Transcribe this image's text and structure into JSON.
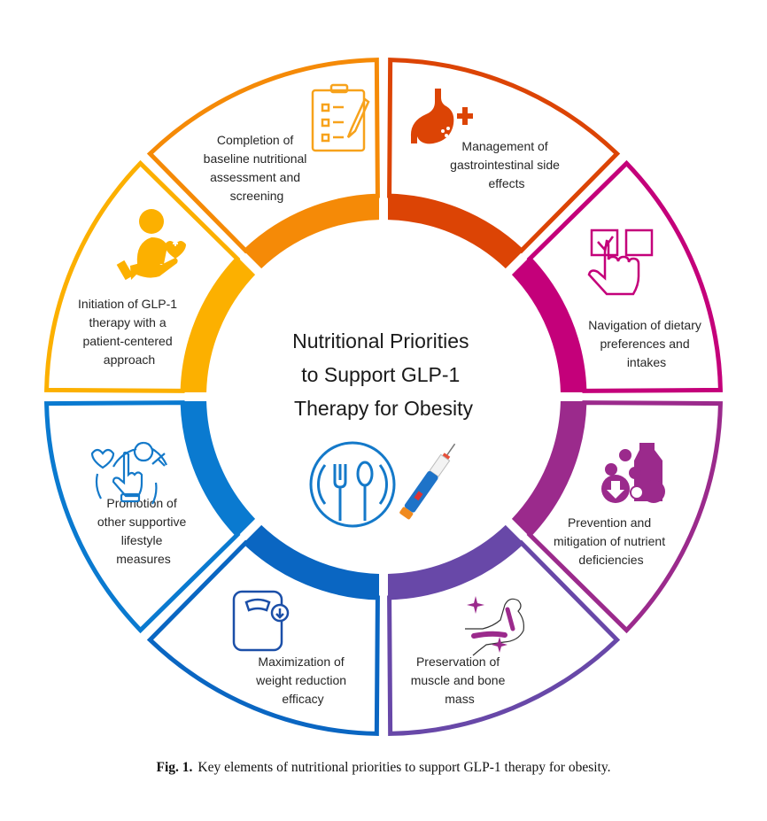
{
  "title_lines": [
    "Nutritional Priorities",
    "to Support GLP-1",
    "Therapy for Obesity"
  ],
  "segments": [
    {
      "id": "gi",
      "color": "#DC4405",
      "icon": "stomach-plus-icon",
      "lines": [
        "Management of",
        "gastrointestinal side",
        "effects"
      ]
    },
    {
      "id": "navigation",
      "color": "#C4007A",
      "icon": "hand-checkbox-icon",
      "lines": [
        "Navigation of dietary",
        "preferences and",
        "intakes"
      ]
    },
    {
      "id": "prevention",
      "color": "#9B2A8C",
      "icon": "vitamins-milk-icon",
      "lines": [
        "Prevention and",
        "mitigation of nutrient",
        "deficiencies"
      ]
    },
    {
      "id": "preservation",
      "color": "#6848A8",
      "icon": "flexed-arm-icon",
      "lines": [
        "Preservation of",
        "muscle and bone",
        "mass"
      ]
    },
    {
      "id": "maximization",
      "color": "#0A66C2",
      "icon": "scale-icon",
      "lines": [
        "Maximization of",
        "weight reduction",
        "efficacy"
      ]
    },
    {
      "id": "promotion",
      "color": "#0A7AD0",
      "icon": "lifestyle-cycle-icon",
      "lines": [
        "Promotion of",
        "other supportive",
        "lifestyle",
        "measures"
      ]
    },
    {
      "id": "initiation",
      "color": "#FCB000",
      "icon": "patient-care-icon",
      "lines": [
        "Initiation of GLP-1",
        "therapy with a",
        "patient-centered",
        "approach"
      ]
    },
    {
      "id": "completion",
      "color": "#F58A07",
      "icon": "clipboard-checklist-icon",
      "lines": [
        "Completion of",
        "baseline nutritional",
        "assessment and",
        "screening"
      ]
    }
  ],
  "caption": {
    "label": "Fig. 1.",
    "text": "Key elements of nutritional priorities to support GLP-1 therapy for obesity."
  }
}
